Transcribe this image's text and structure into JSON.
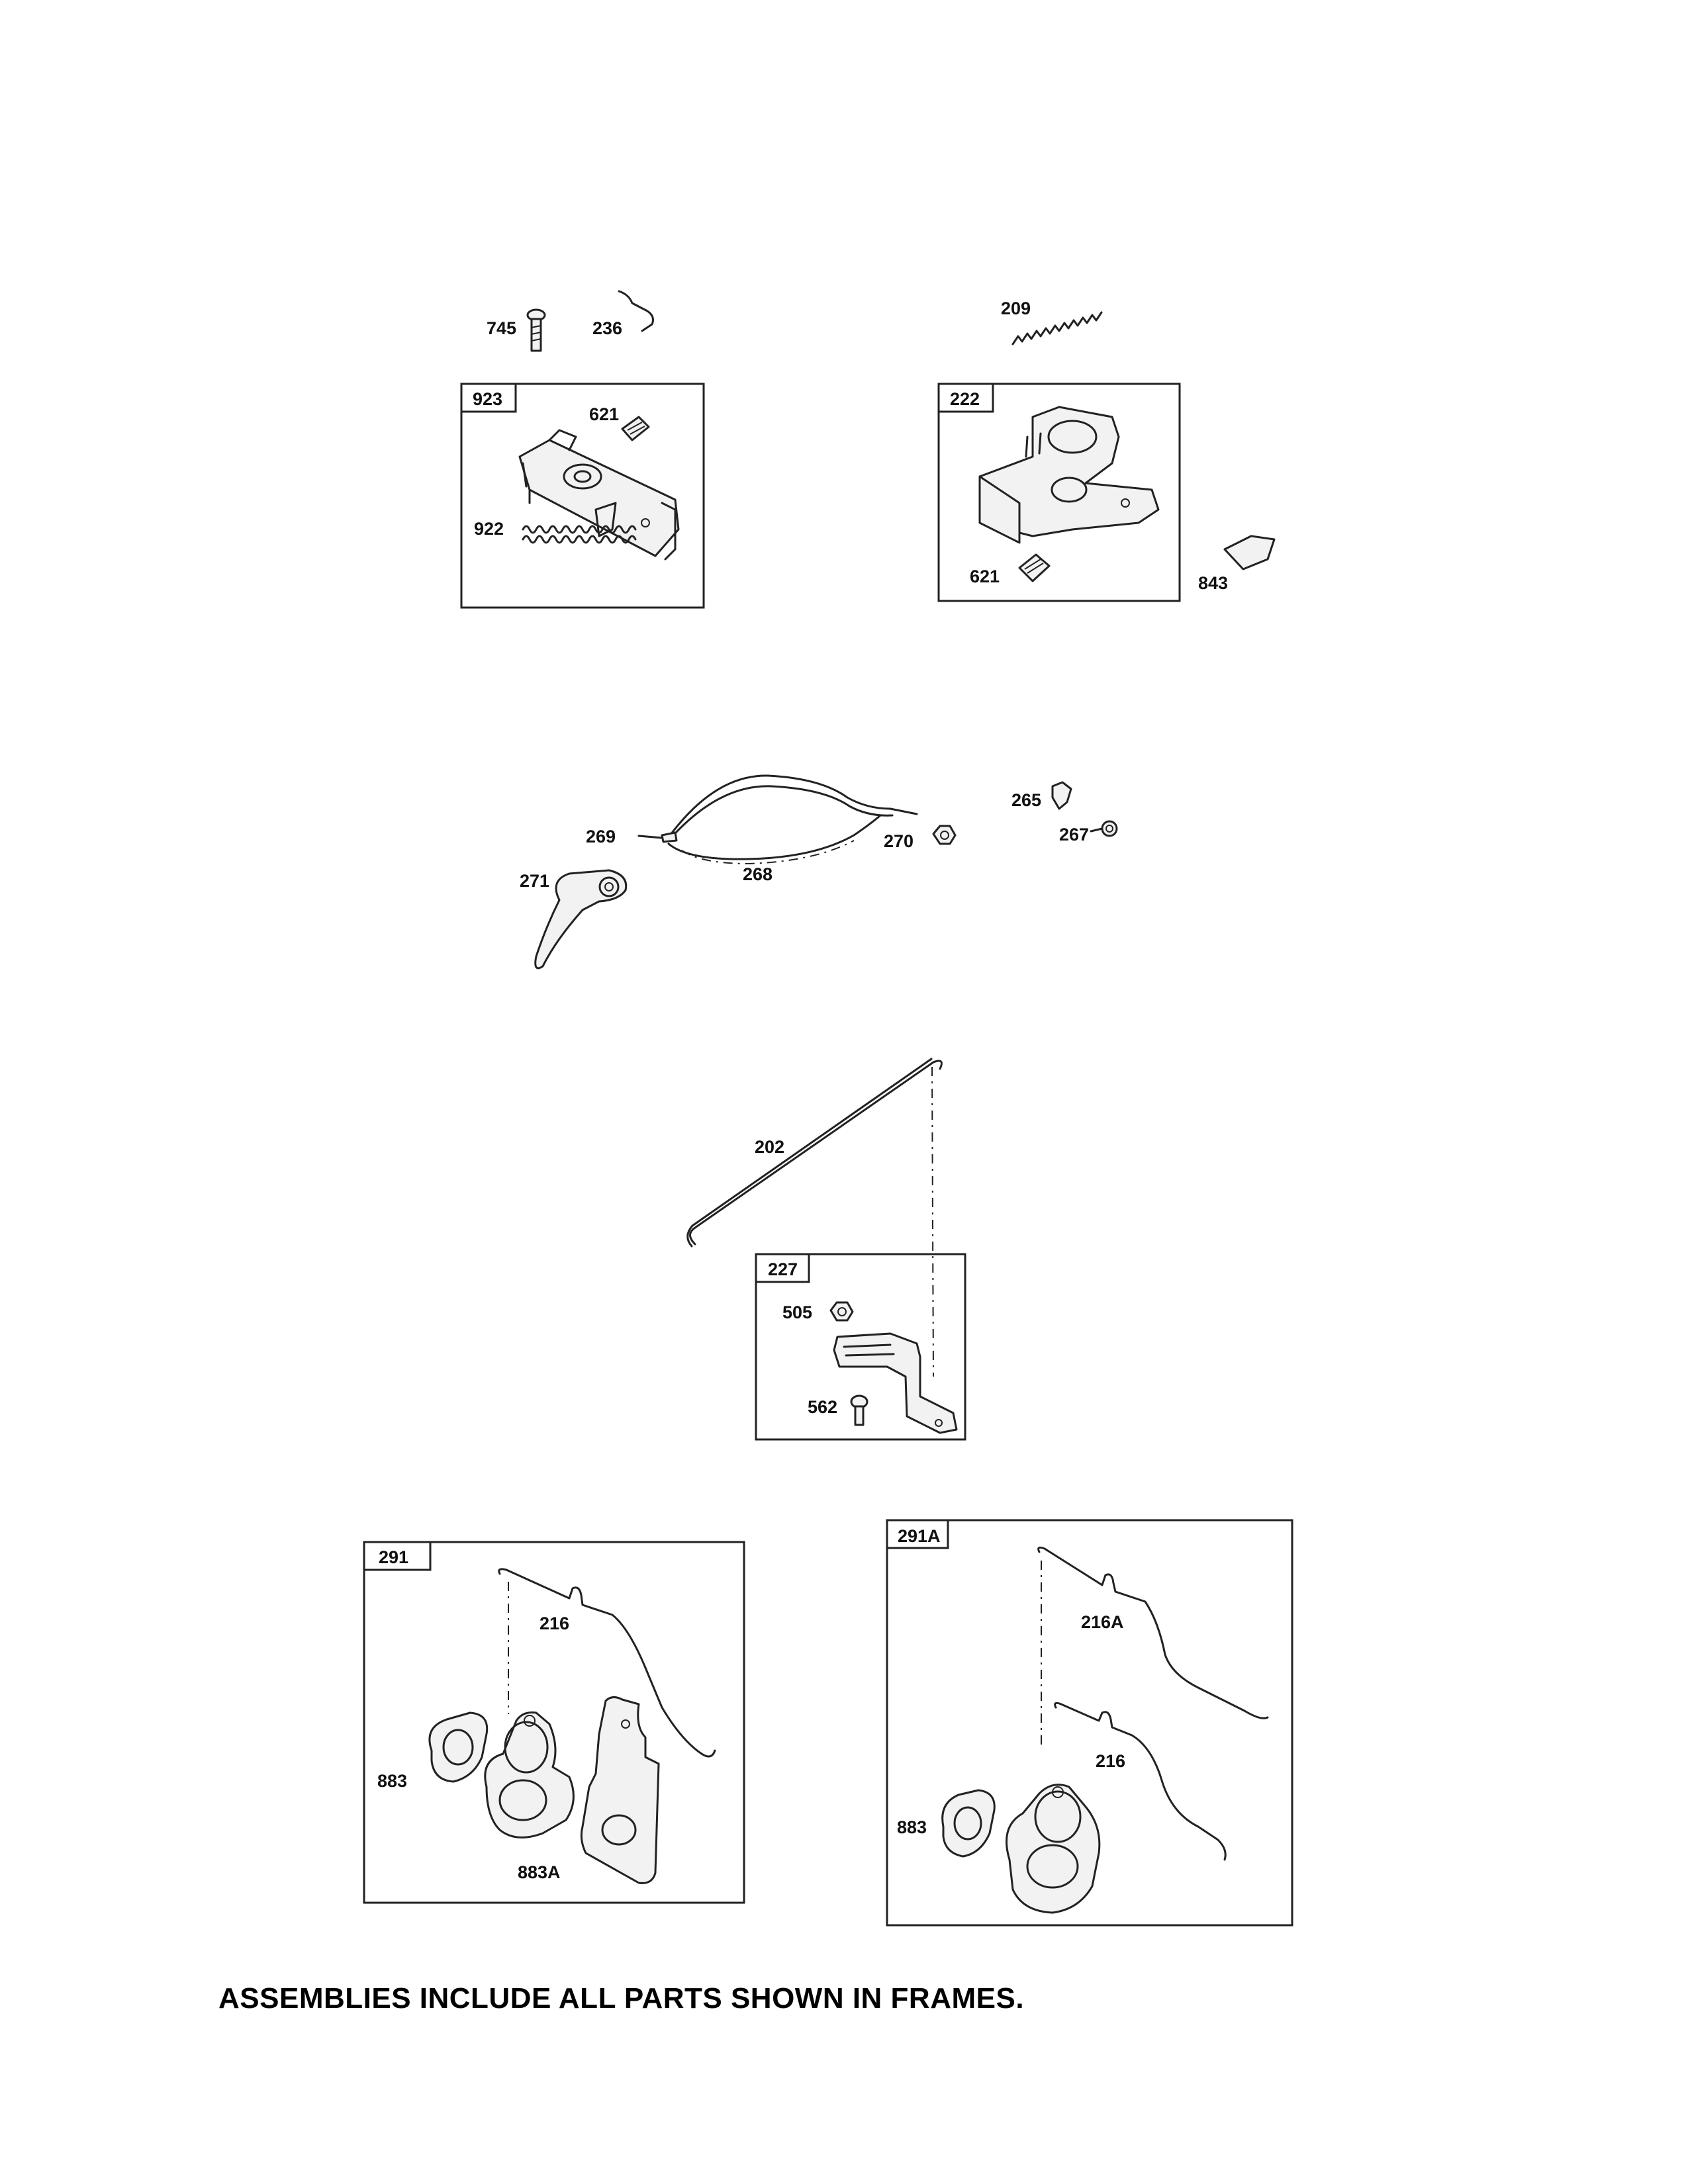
{
  "labels": {
    "p745": "745",
    "p236": "236",
    "p209": "209",
    "p923": "923",
    "p621a": "621",
    "p922": "922",
    "p222": "222",
    "p621b": "621",
    "p843": "843",
    "p265": "265",
    "p269": "269",
    "p270": "270",
    "p267": "267",
    "p268": "268",
    "p271": "271",
    "p202": "202",
    "p227": "227",
    "p505": "505",
    "p562": "562",
    "p291": "291",
    "p216a": "216",
    "p883a": "883",
    "p883A": "883A",
    "p291A": "291A",
    "p216A": "216A",
    "p216b": "216",
    "p883b": "883"
  },
  "footer_note": "ASSEMBLIES INCLUDE ALL PARTS SHOWN IN FRAMES."
}
